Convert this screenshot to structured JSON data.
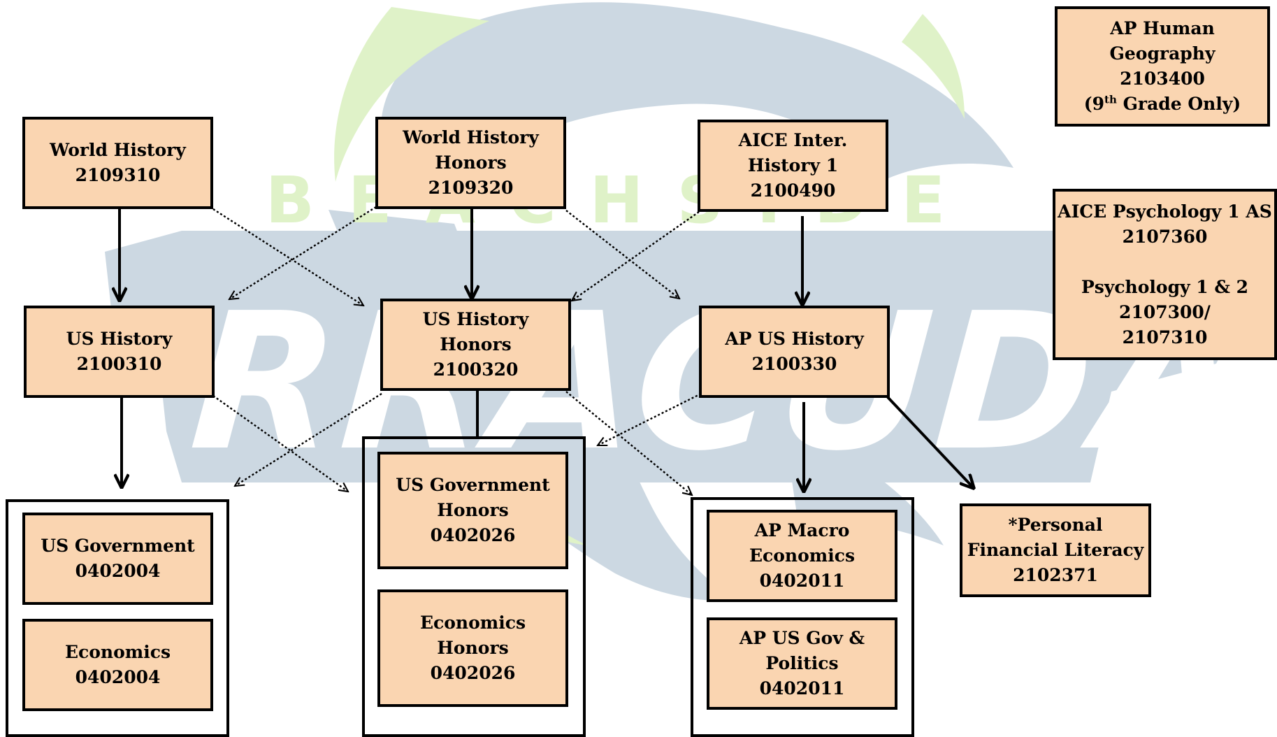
{
  "watermark": {
    "top_word": "BEACHSIDE",
    "main_word": "BARRACUDAS",
    "colors": {
      "shape": "#ccd8e2",
      "accent": "#dff2c8",
      "text": "#ffffff"
    }
  },
  "colors": {
    "box_fill": "#fad5b1",
    "border": "#000000"
  },
  "nodes": {
    "world_history": {
      "line1": "World History",
      "line2": "2109310"
    },
    "world_history_honors": {
      "line1": "World History",
      "line2": "Honors",
      "line3": "2109320"
    },
    "aice_inter_history": {
      "line1": "AICE Inter.",
      "line2": "History 1",
      "line3": "2100490"
    },
    "ap_human_geography": {
      "line1": "AP Human",
      "line2": "Geography",
      "line3": "2103400",
      "line4_pre": "(9",
      "line4_sup": "th",
      "line4_post": " Grade Only)"
    },
    "aice_psychology": {
      "line1": "AICE Psychology 1 AS",
      "line2": "2107360",
      "line3": "Psychology 1 & 2",
      "line4": "2107300/",
      "line5": "2107310"
    },
    "us_history": {
      "line1": "US History",
      "line2": "2100310"
    },
    "us_history_honors": {
      "line1": "US History",
      "line2": "Honors",
      "line3": "2100320"
    },
    "ap_us_history": {
      "line1": "AP US History",
      "line2": "2100330"
    },
    "us_government": {
      "line1": "US Government",
      "line2": "0402004"
    },
    "economics": {
      "line1": "Economics",
      "line2": "0402004"
    },
    "us_government_honors": {
      "line1": "US Government",
      "line2": "Honors",
      "line3": "0402026"
    },
    "economics_honors": {
      "line1": "Economics",
      "line2": "Honors",
      "line3": "0402026"
    },
    "ap_macro_economics": {
      "line1": "AP Macro",
      "line2": "Economics",
      "line3": "0402011"
    },
    "ap_us_gov_politics": {
      "line1": "AP US Gov &",
      "line2": "Politics",
      "line3": "0402011"
    },
    "personal_financial_literacy": {
      "line1": "*Personal",
      "line2": "Financial Literacy",
      "line3": "2102371"
    }
  },
  "edges": [
    {
      "from": "world_history",
      "to": "us_history",
      "style": "solid"
    },
    {
      "from": "world_history",
      "to": "us_history_honors",
      "style": "dotted"
    },
    {
      "from": "world_history_honors",
      "to": "us_history",
      "style": "dotted"
    },
    {
      "from": "world_history_honors",
      "to": "us_history_honors",
      "style": "solid"
    },
    {
      "from": "world_history_honors",
      "to": "ap_us_history",
      "style": "dotted"
    },
    {
      "from": "aice_inter_history",
      "to": "us_history_honors",
      "style": "dotted"
    },
    {
      "from": "aice_inter_history",
      "to": "ap_us_history",
      "style": "solid"
    },
    {
      "from": "us_history",
      "to": "regular_senior_group",
      "style": "solid"
    },
    {
      "from": "us_history",
      "to": "honors_senior_group",
      "style": "dotted"
    },
    {
      "from": "us_history_honors",
      "to": "regular_senior_group",
      "style": "dotted"
    },
    {
      "from": "us_history_honors",
      "to": "honors_senior_group",
      "style": "solid"
    },
    {
      "from": "us_history_honors",
      "to": "ap_senior_group",
      "style": "dotted"
    },
    {
      "from": "ap_us_history",
      "to": "honors_senior_group",
      "style": "dotted"
    },
    {
      "from": "ap_us_history",
      "to": "ap_senior_group",
      "style": "solid"
    },
    {
      "from": "ap_us_history",
      "to": "personal_financial_literacy",
      "style": "solid"
    }
  ]
}
